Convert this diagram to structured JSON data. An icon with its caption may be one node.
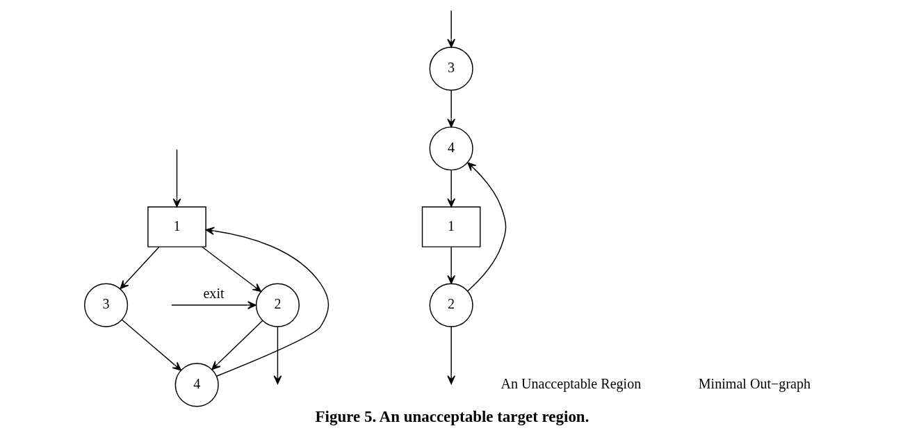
{
  "diagram": {
    "caption": "Figure 5. An unacceptable target region.",
    "nodes": [
      {
        "text": [
          "1"
        ]
      },
      {
        "text": [
          "2"
        ]
      },
      {
        "text": [
          "3"
        ]
      },
      {
        "text": [
          "4"
        ]
      },
      {
        "text": [
          "3"
        ]
      },
      {
        "text": [
          "4"
        ]
      },
      {
        "text": [
          "1"
        ]
      },
      {
        "text": [
          "2"
        ]
      }
    ],
    "edges": [
      {
        "from": null,
        "to": 0,
        "arrow": "to"
      },
      {
        "from": 0,
        "to": 1,
        "arrow": "to"
      },
      {
        "from": 0,
        "to": 2,
        "arrow": "to"
      },
      {
        "from": null,
        "to": 1,
        "arrow": "to",
        "label": "exit"
      },
      {
        "from": 1,
        "to": null,
        "arrow": "to"
      },
      {
        "from": 1,
        "to": 3,
        "arrow": "to"
      },
      {
        "from": 2,
        "to": 3,
        "arrow": "to"
      },
      {
        "from": 3,
        "to": 0,
        "arrow": "to"
      },
      {
        "from": null,
        "to": 4,
        "arrow": "to"
      },
      {
        "from": 4,
        "to": 5,
        "arrow": "to"
      },
      {
        "from": 5,
        "to": 6,
        "arrow": "to"
      },
      {
        "from": 6,
        "to": 7,
        "arrow": "to"
      },
      {
        "from": 7,
        "to": 5,
        "arrow": "to"
      },
      {
        "from": 7,
        "to": null,
        "arrow": "to"
      }
    ],
    "labels": [
      "An Unacceptable Region",
      "Minimal Out−graph"
    ]
  }
}
